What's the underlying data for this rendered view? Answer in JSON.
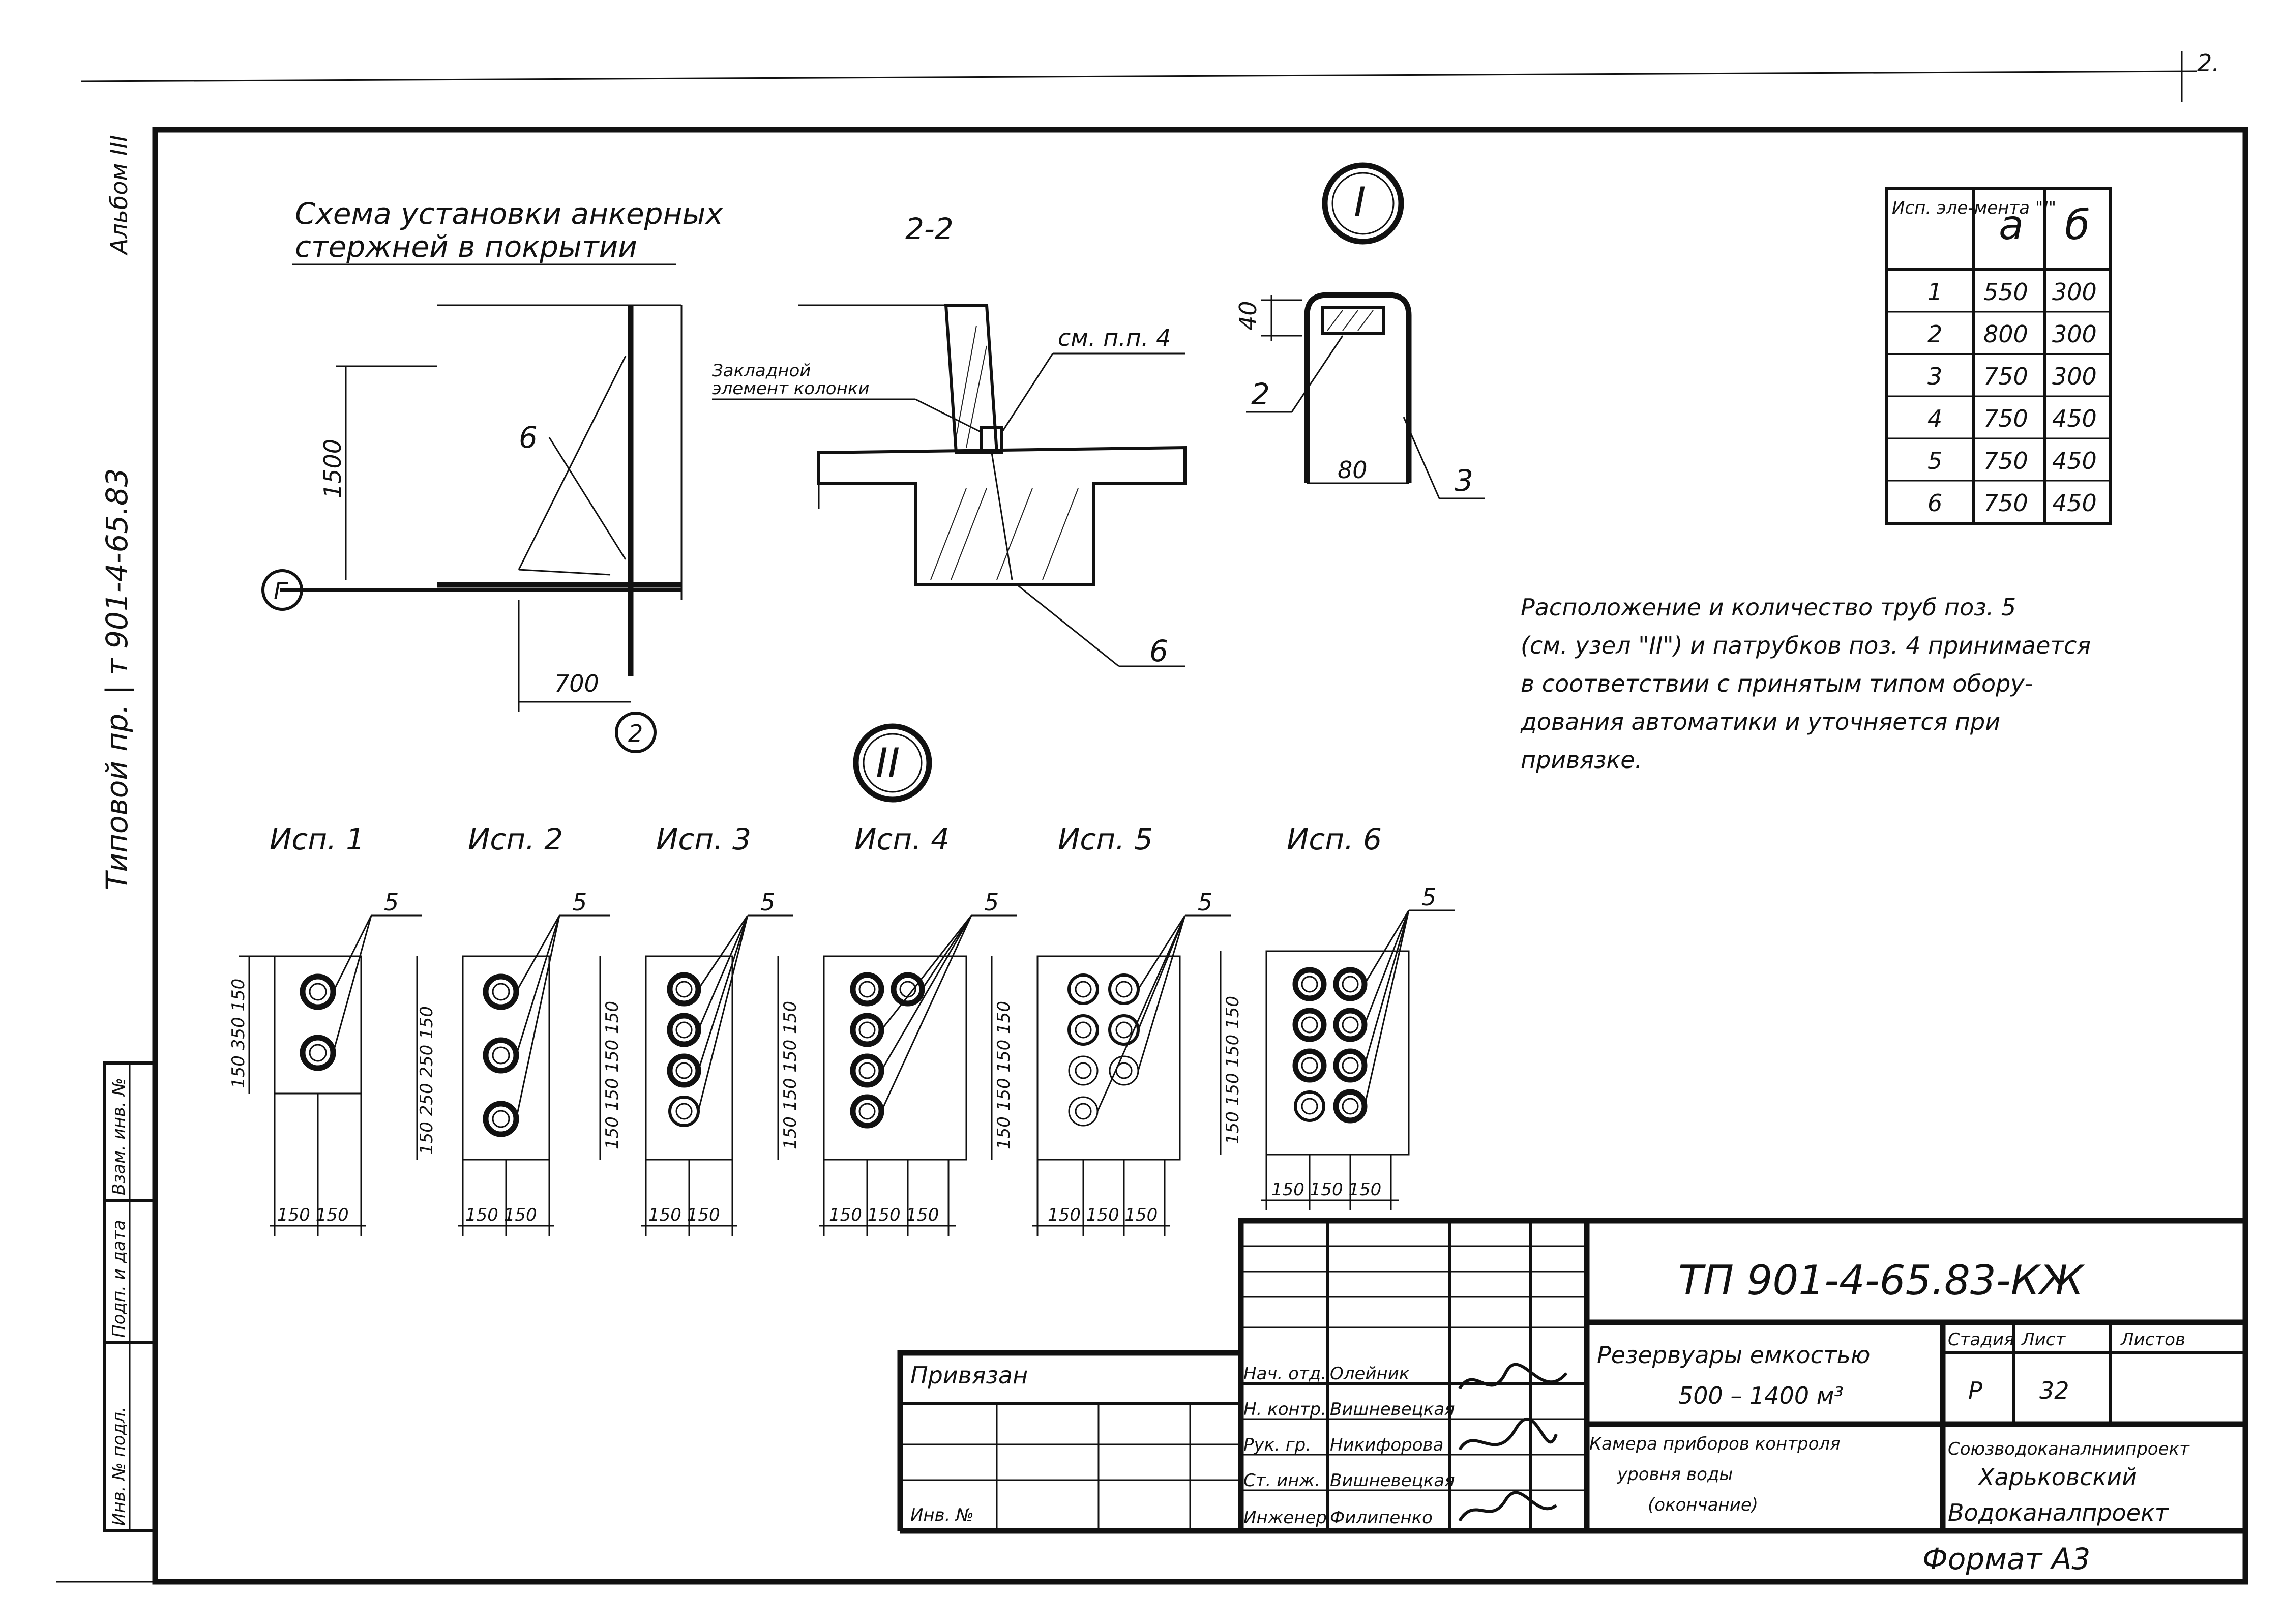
{
  "corner_mark": "2.",
  "side_stamp": {
    "top": "Альбом III",
    "project": "Типовой пр. | т 901-4-65.83"
  },
  "anchor_scheme": {
    "title_line1": "Схема установки анкерных",
    "title_line2": "стержней в покрытии",
    "dim_vertical": "1500",
    "dim_horizontal": "700",
    "pos_label": "6",
    "axis_g": "Г",
    "axis_2": "2"
  },
  "section_22": {
    "title": "2-2",
    "embedded_label_line1": "Закладной",
    "embedded_label_line2": "элемент колонки",
    "ref_label": "см. п.п. 4",
    "pos_label": "6"
  },
  "node_I": {
    "roman": "I",
    "dim_40": "40",
    "dim_80": "80",
    "pos_2": "2",
    "pos_3": "3"
  },
  "exec_table": {
    "header": [
      "Исп. эле-мента \"I\"",
      "а",
      "б"
    ],
    "rows": [
      [
        "1",
        "550",
        "300"
      ],
      [
        "2",
        "800",
        "300"
      ],
      [
        "3",
        "750",
        "300"
      ],
      [
        "4",
        "750",
        "450"
      ],
      [
        "5",
        "750",
        "450"
      ],
      [
        "6",
        "750",
        "450"
      ]
    ]
  },
  "note": {
    "line1": "Расположение и количество труб поз. 5",
    "line2": "(см. узел \"II\") и патрубков поз. 4 принимается",
    "line3": "в соответствии с принятым типом обору-",
    "line4": "дования автоматики и уточняется при",
    "line5": "привязке."
  },
  "node_II": {
    "roman": "II",
    "variants": [
      {
        "label": "Исп. 1",
        "pos": "5",
        "left_dims": "150 350 150",
        "bottom_dims": "150 150"
      },
      {
        "label": "Исп. 2",
        "pos": "5",
        "left_dims": "150 250 250 150",
        "bottom_dims": "150 150"
      },
      {
        "label": "Исп. 3",
        "pos": "5",
        "left_dims": "150 150 150 150",
        "bottom_dims": "150 150"
      },
      {
        "label": "Исп. 4",
        "pos": "5",
        "left_dims": "150 150 150 150",
        "bottom_dims": "150 150 150"
      },
      {
        "label": "Исп. 5",
        "pos": "5",
        "left_dims": "150 150 150 150",
        "bottom_dims": "150 150 150"
      },
      {
        "label": "Исп. 6",
        "pos": "5",
        "left_dims": "150 150 150 150",
        "bottom_dims": "150 150 150"
      }
    ]
  },
  "left_stamp": [
    "Инв. № подл.",
    "Подп. и дата",
    "Взам. инв. №"
  ],
  "title_block": {
    "code": "ТП 901-4-65.83-КЖ",
    "privyazan": "Привязан",
    "inv": "Инв. №",
    "sign_rows": [
      {
        "role": "Нач. отд.",
        "name": "Олейник"
      },
      {
        "role": "Н. контр.",
        "name": "Вишневецкая"
      },
      {
        "role": "Рук. гр.",
        "name": "Никифорова"
      },
      {
        "role": "Ст. инж.",
        "name": "Вишневецкая"
      },
      {
        "role": "Инженер",
        "name": "Филипенко"
      }
    ],
    "project_title_line1": "Резервуары емкостью",
    "project_title_line2": "500 – 1400 м³",
    "sheet_title_line1": "Камера приборов контроля",
    "sheet_title_line2": "уровня воды",
    "sheet_title_line3": "(окончание)",
    "col_stage": "Стадия",
    "col_sheet": "Лист",
    "col_sheets": "Листов",
    "stage": "Р",
    "sheet": "32",
    "org_line1": "Союзводоканалниипроект",
    "org_line2": "Харьковский",
    "org_line3": "Водоканалпроект"
  },
  "format": "Формат А3"
}
